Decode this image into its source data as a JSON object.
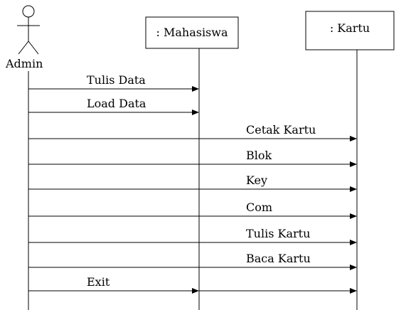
{
  "actor": {
    "label": "Admin"
  },
  "objects": [
    {
      "id": "mahasiswa",
      "label": ": Mahasiswa"
    },
    {
      "id": "kartu",
      "label": ": Kartu"
    }
  ],
  "messages": [
    {
      "label": "Tulis  Data",
      "from": "admin",
      "to": "mahasiswa"
    },
    {
      "label": "Load Data",
      "from": "admin",
      "to": "mahasiswa"
    },
    {
      "label": "Cetak Kartu",
      "from": "admin",
      "to": "kartu"
    },
    {
      "label": "Blok",
      "from": "admin",
      "to": "kartu"
    },
    {
      "label": "Key",
      "from": "admin",
      "to": "kartu"
    },
    {
      "label": "Com",
      "from": "admin",
      "to": "kartu"
    },
    {
      "label": "Tulis  Kartu",
      "from": "admin",
      "to": "kartu"
    },
    {
      "label": "Baca Kartu",
      "from": "admin",
      "to": "kartu"
    },
    {
      "label": "",
      "from": "admin",
      "to": "kartu"
    },
    {
      "label": "Exit",
      "from": "admin",
      "to": "mahasiswa"
    }
  ]
}
